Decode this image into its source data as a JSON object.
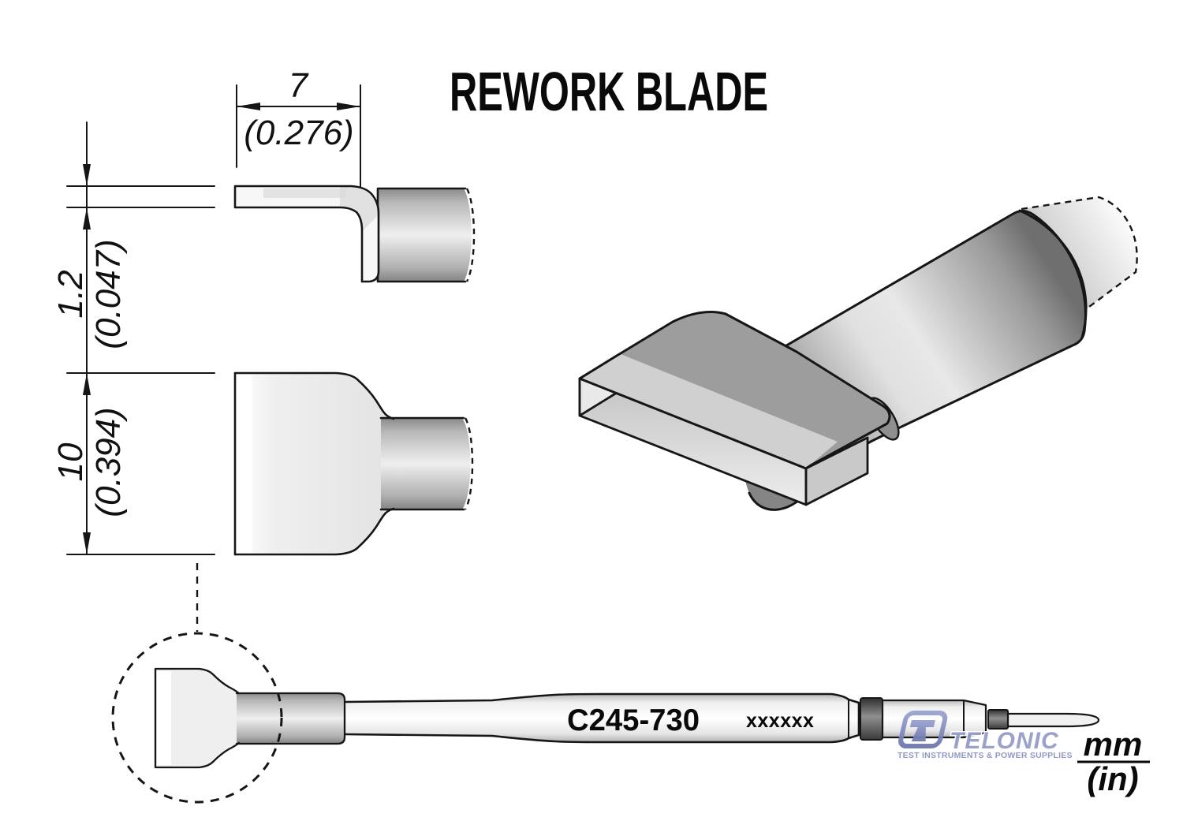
{
  "title": "REWORK BLADE",
  "dimensions": {
    "width_mm": "7",
    "width_in": "(0.276)",
    "thickness_mm": "1.2",
    "thickness_in": "(0.047)",
    "height_mm": "10",
    "height_in": "(0.394)"
  },
  "cartridge": {
    "model": "C245-730",
    "marking_placeholder": "xxxxxx"
  },
  "units_legend": {
    "numerator": "mm",
    "denominator": "(in)"
  },
  "watermark": {
    "brand": "TELONIC",
    "tagline": "TEST INSTRUMENTS & POWER SUPPLIES",
    "brand_color": "#959EC9"
  },
  "colors": {
    "line": "#161616",
    "blade_fill_light": "#ececec",
    "metal_mid_gray": "#9d9d9d",
    "ring_dark": "#3a3a3a",
    "background": "#ffffff"
  }
}
